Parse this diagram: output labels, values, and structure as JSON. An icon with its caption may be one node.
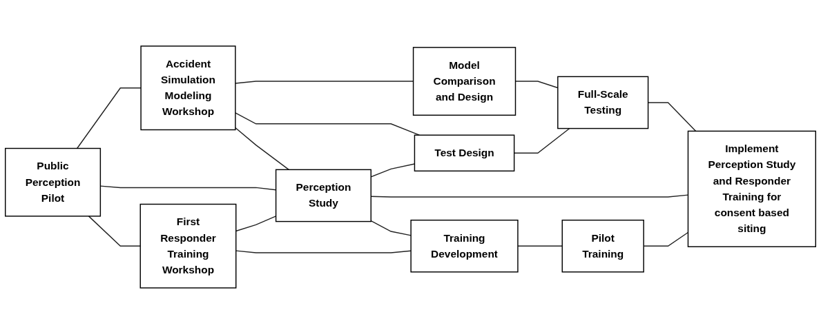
{
  "diagram": {
    "nodes": [
      {
        "text": [
          "Public Perception Pilot"
        ]
      },
      {
        "text": [
          "Accident Simulation Modeling Workshop"
        ]
      },
      {
        "text": [
          "Model Comparison and Design"
        ]
      },
      {
        "text": [
          "Full-Scale Testing"
        ]
      },
      {
        "text": [
          "Test Design"
        ]
      },
      {
        "text": [
          "Perception Study"
        ]
      },
      {
        "text": [
          "Implement Perception Study and Responder Training for consent based siting"
        ]
      },
      {
        "text": [
          "First Responder Training Workshop"
        ]
      },
      {
        "text": [
          "Training Development"
        ]
      },
      {
        "text": [
          "Pilot Training"
        ]
      }
    ],
    "edges": [
      {
        "from": 0,
        "to": 1,
        "arrow": "none"
      },
      {
        "from": 0,
        "to": 5,
        "arrow": "none"
      },
      {
        "from": 0,
        "to": 7,
        "arrow": "none"
      },
      {
        "from": 1,
        "to": 2,
        "arrow": "none"
      },
      {
        "from": 1,
        "to": 4,
        "arrow": "none"
      },
      {
        "from": 1,
        "to": 5,
        "arrow": "none"
      },
      {
        "from": 7,
        "to": 5,
        "arrow": "none"
      },
      {
        "from": 2,
        "to": 3,
        "arrow": "none"
      },
      {
        "from": 4,
        "to": 3,
        "arrow": "none"
      },
      {
        "from": 5,
        "to": 4,
        "arrow": "none"
      },
      {
        "from": 5,
        "to": 6,
        "arrow": "none"
      },
      {
        "from": 5,
        "to": 8,
        "arrow": "none"
      },
      {
        "from": 3,
        "to": 6,
        "arrow": "none"
      },
      {
        "from": 7,
        "to": 8,
        "arrow": "none"
      },
      {
        "from": 8,
        "to": 9,
        "arrow": "none"
      },
      {
        "from": 9,
        "to": 6,
        "arrow": "none"
      }
    ]
  }
}
